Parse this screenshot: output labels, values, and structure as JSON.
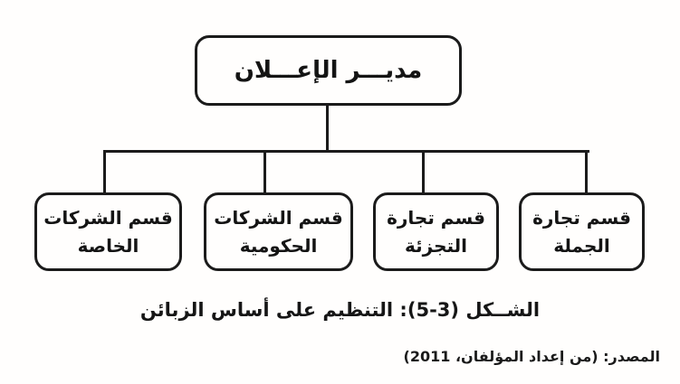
{
  "colors": {
    "ink": "#1b1b1b",
    "background": "#ffffff"
  },
  "org_chart": {
    "root": {
      "label": "مديـــر الإعـــلان"
    },
    "children": [
      {
        "line1": "قسم تجارة",
        "line2": "الجملة"
      },
      {
        "line1": "قسم تجارة",
        "line2": "التجزئة"
      },
      {
        "line1": "قسم الشركات",
        "line2": "الحكومية"
      },
      {
        "line1": "قسم الشركات",
        "line2": "الخاصة"
      }
    ]
  },
  "caption": "الشــكل (3-5): التنظيم على أساس الزبائن",
  "source_line": "المصدر: (من إعداد المؤلفان، 2011)"
}
